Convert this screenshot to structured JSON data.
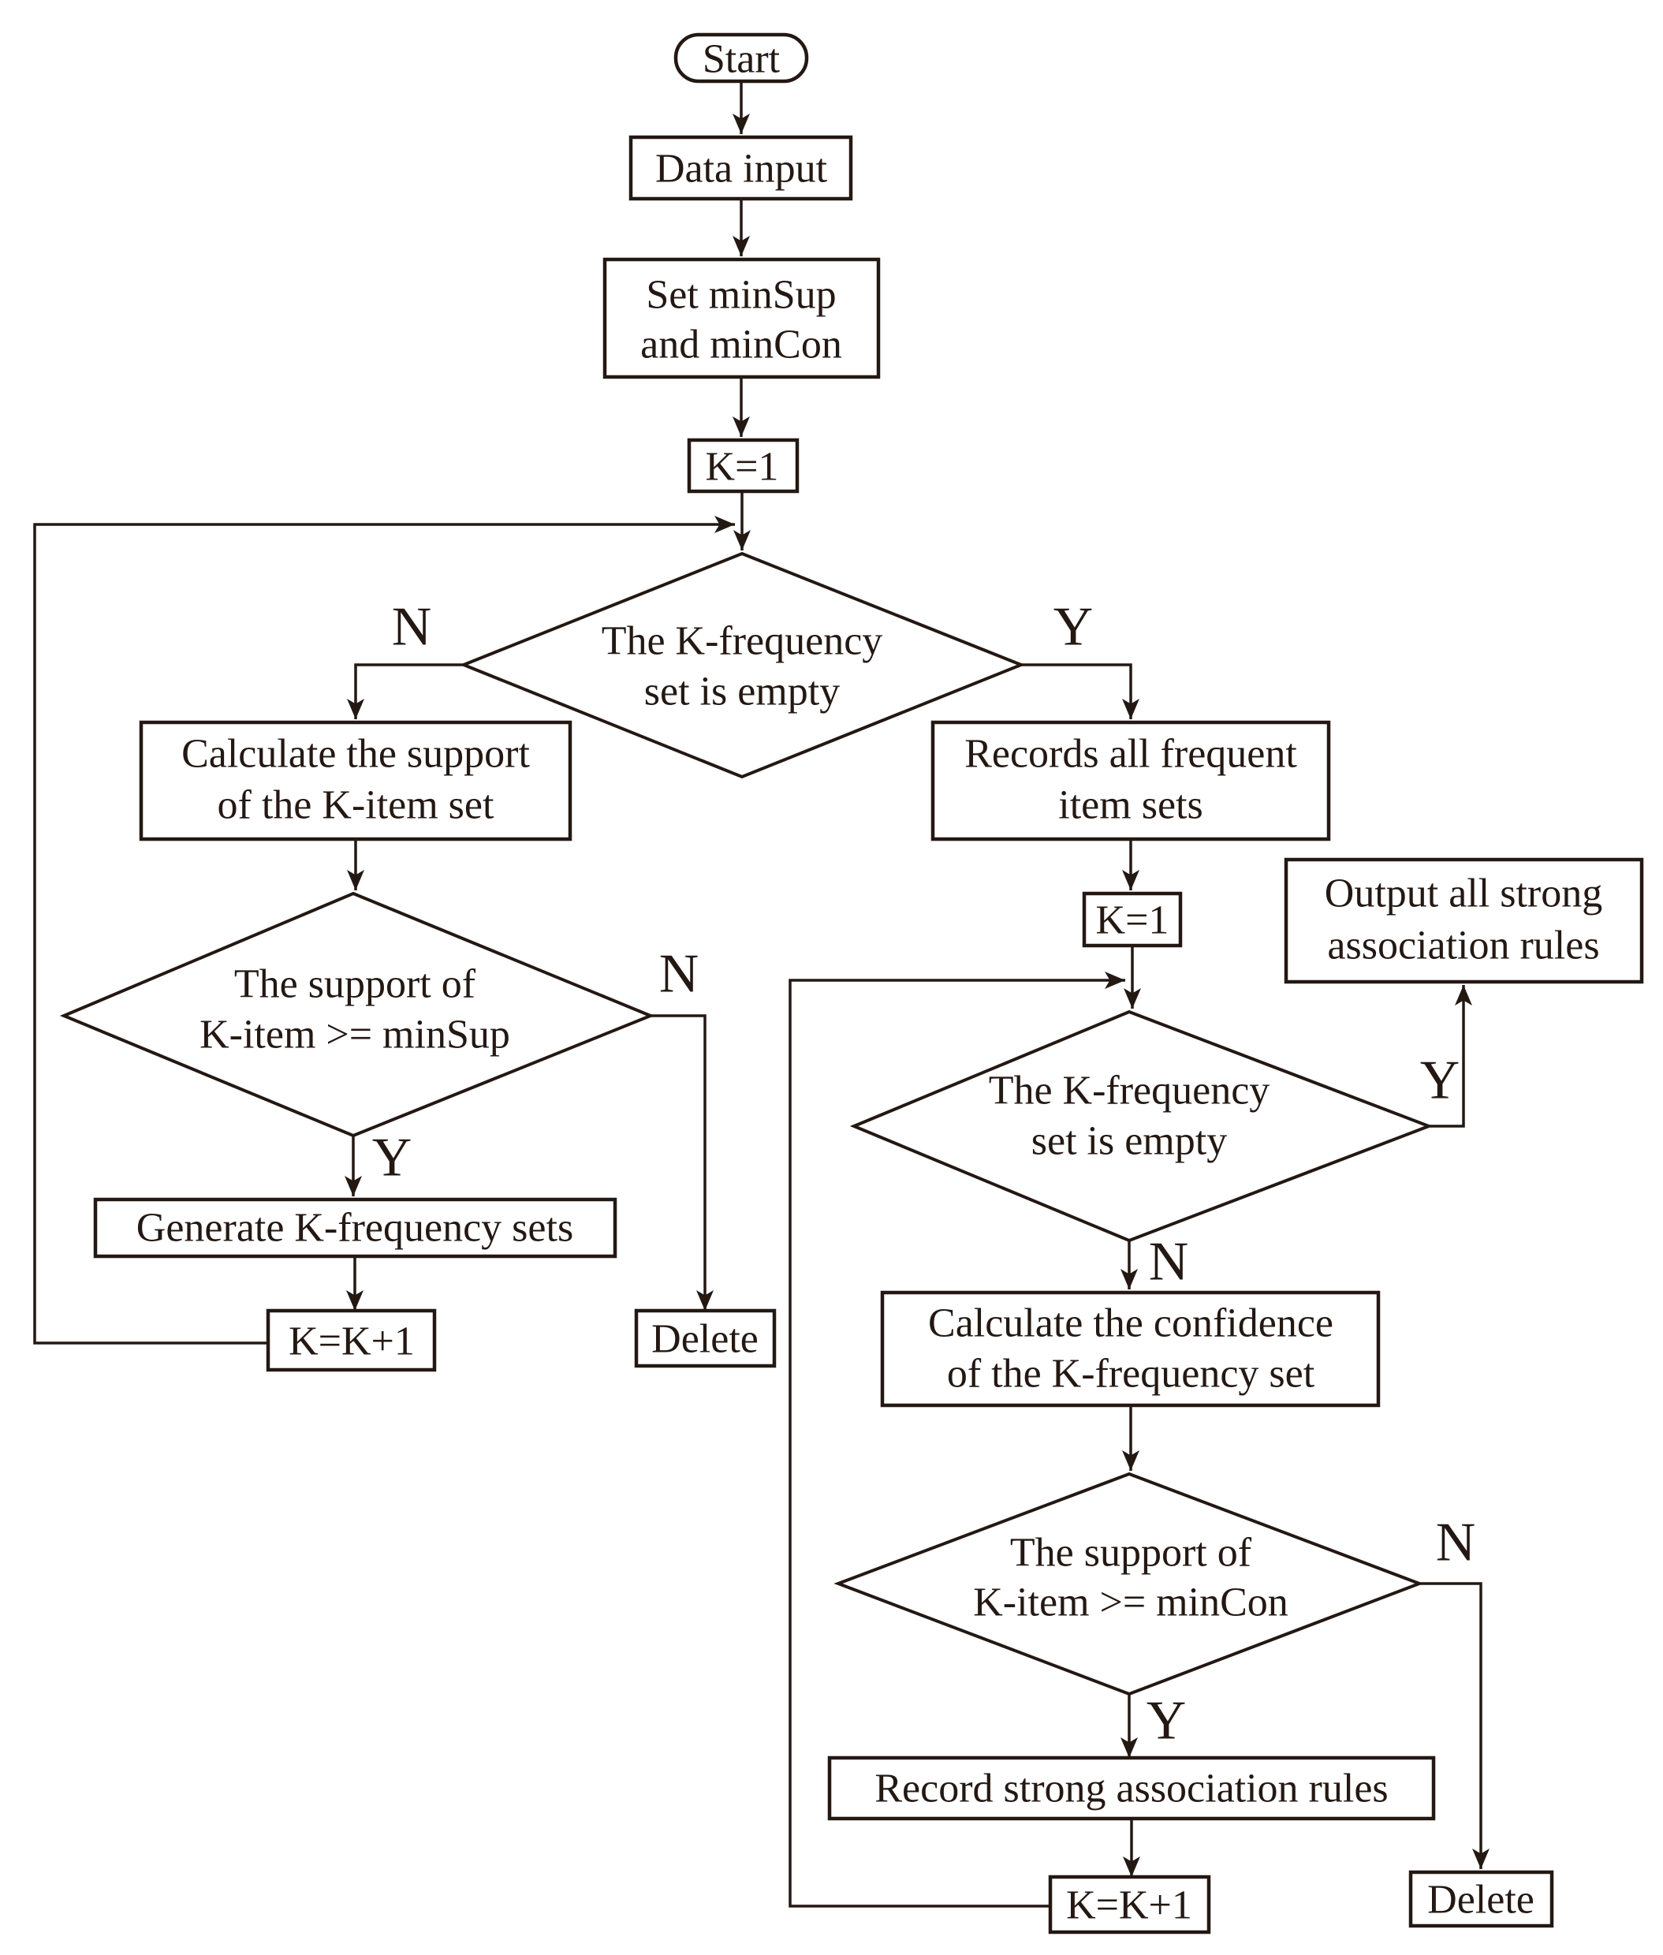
{
  "page": {
    "background": "#ffffff",
    "ink_color": "#241813"
  },
  "flowchart": {
    "nodes": {
      "start": {
        "label": "Start"
      },
      "data_input": {
        "label": "Data input"
      },
      "set_thresholds": {
        "line1": "Set minSup",
        "line2": "and minCon"
      },
      "k_init_left": {
        "label": "K=1"
      },
      "decision_kfreq_1": {
        "line1": "The K-frequency",
        "line2": "set is empty"
      },
      "calc_support": {
        "line1": "Calculate the support",
        "line2": "of the K-item set"
      },
      "decision_minsup": {
        "line1": "The support of",
        "line2": "K-item >= minSup"
      },
      "generate_kfreq": {
        "label": "Generate K-frequency sets"
      },
      "k_increment_left": {
        "label": "K=K+1"
      },
      "delete_left": {
        "label": "Delete"
      },
      "records_frequent": {
        "line1": "Records all frequent",
        "line2": "item sets"
      },
      "k_init_right": {
        "label": "K=1"
      },
      "decision_kfreq_2": {
        "line1": "The K-frequency",
        "line2": "set is empty"
      },
      "output_rules": {
        "line1": "Output all strong",
        "line2": "association rules"
      },
      "calc_confidence": {
        "line1": "Calculate the confidence",
        "line2": "of the K-frequency set"
      },
      "decision_mincon": {
        "line1": "The support of",
        "line2": "K-item >= minCon"
      },
      "record_strong": {
        "label": "Record strong association rules"
      },
      "k_increment_right": {
        "label": "K=K+1"
      },
      "delete_right": {
        "label": "Delete"
      }
    },
    "branch_labels": {
      "d1_no": "N",
      "d1_yes": "Y",
      "d2_no": "N",
      "d2_yes": "Y",
      "d3_yes": "Y",
      "d3_no": "N",
      "d4_no": "N",
      "d4_yes": "Y"
    }
  }
}
